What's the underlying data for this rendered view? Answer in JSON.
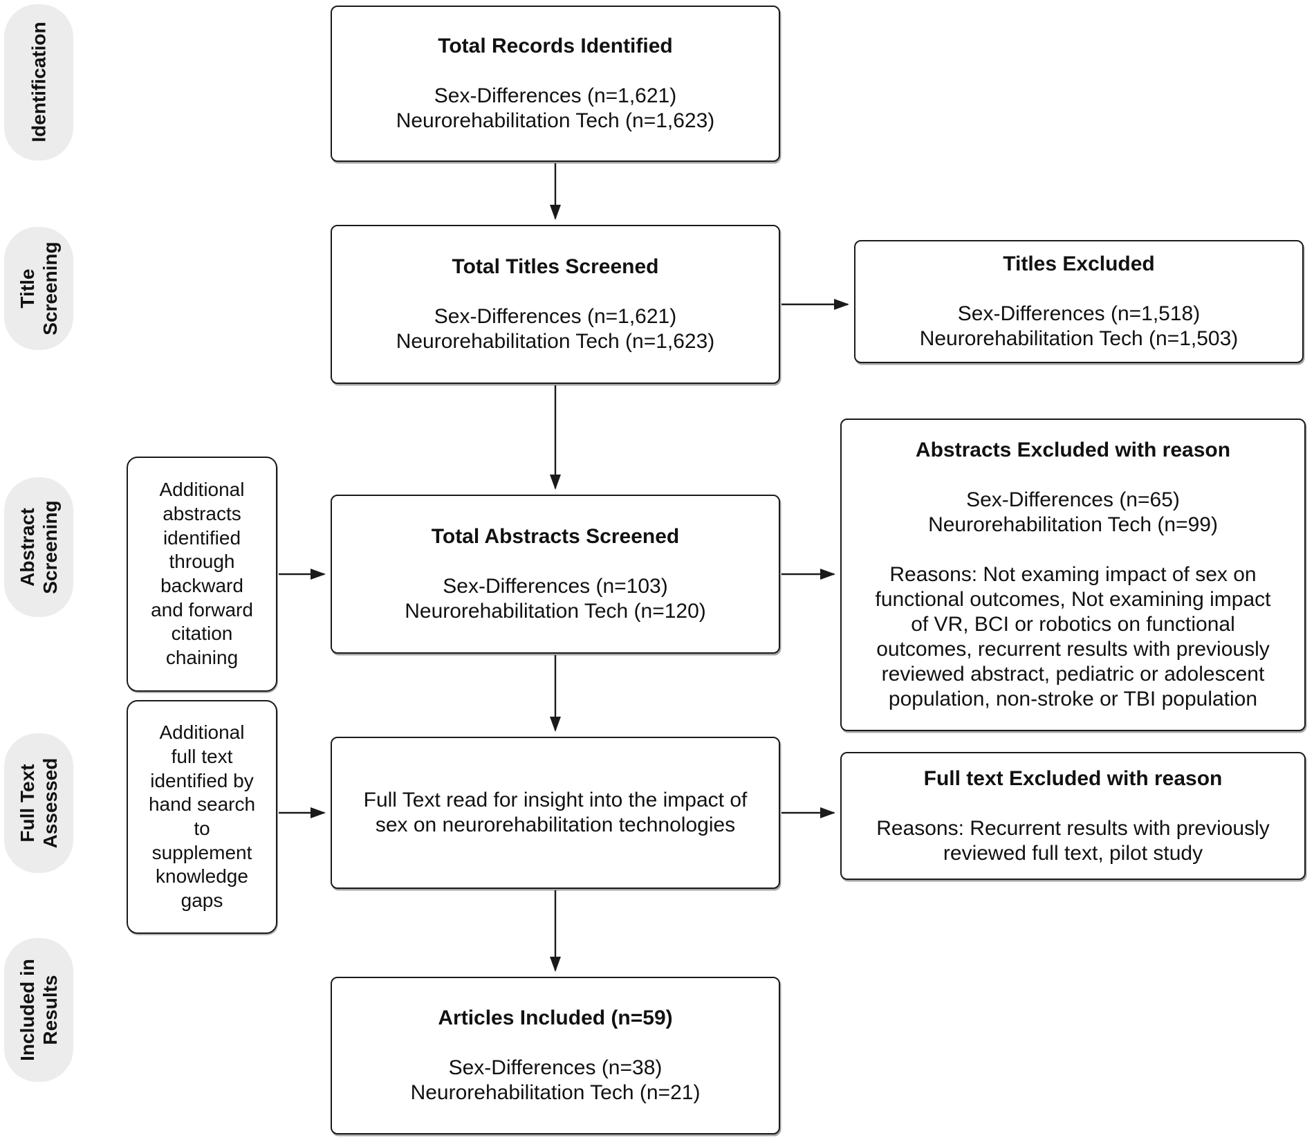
{
  "stages": [
    {
      "label": "Identification"
    },
    {
      "label": "Title\nScreening"
    },
    {
      "label": "Abstract\nScreening"
    },
    {
      "label": "Full Text\nAssessed"
    },
    {
      "label": "Included in\nResults"
    }
  ],
  "flow": {
    "records_identified": {
      "title": "Total Records Identified",
      "line1": "Sex-Differences (n=1,621)",
      "line2": "Neurorehabilitation Tech (n=1,623)"
    },
    "titles_screened": {
      "title": "Total Titles Screened",
      "line1": "Sex-Differences (n=1,621)",
      "line2": "Neurorehabilitation Tech (n=1,623)"
    },
    "abstracts_screened": {
      "title": "Total Abstracts Screened",
      "line1": "Sex-Differences (n=103)",
      "line2": "Neurorehabilitation Tech (n=120)"
    },
    "full_text_read": {
      "text": "Full Text read for insight into the impact of\nsex on neurorehabilitation technologies"
    },
    "articles_included": {
      "title": "Articles Included (n=59)",
      "line1": "Sex-Differences (n=38)",
      "line2": "Neurorehabilitation Tech (n=21)"
    }
  },
  "side_inputs": {
    "additional_abstracts": "Additional\nabstracts\nidentified\nthrough\nbackward\nand forward\ncitation\nchaining",
    "additional_full_text": "Additional\nfull text\nidentified by\nhand search\nto\nsupplement\nknowledge\ngaps"
  },
  "exclusions": {
    "titles_excluded": {
      "title": "Titles Excluded",
      "line1": "Sex-Differences (n=1,518)",
      "line2": "Neurorehabilitation Tech (n=1,503)"
    },
    "abstracts_excluded": {
      "title": "Abstracts Excluded with reason",
      "line1": "Sex-Differences (n=65)",
      "line2": "Neurorehabilitation Tech (n=99)",
      "reasons": "Reasons: Not examing impact of sex on\nfunctional outcomes, Not examining impact\nof VR, BCI or robotics on functional\noutcomes, recurrent results with previously\nreviewed abstract, pediatric or adolescent\npopulation, non-stroke or TBI population"
    },
    "full_text_excluded": {
      "title": "Full text Excluded with reason",
      "reasons": "Reasons: Recurrent results with previously\nreviewed full text, pilot study"
    }
  },
  "colors": {
    "background": "#ffffff",
    "stage_pill_bg": "#ececec",
    "box_border": "#1a1a1a",
    "text": "#111111"
  }
}
